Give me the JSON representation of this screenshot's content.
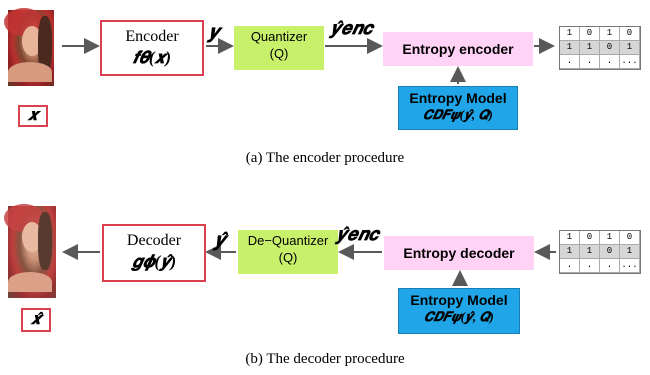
{
  "encoder": {
    "input_label": "𝒙",
    "encoder_box_line1": "Encoder",
    "encoder_box_line2": "𝒇𝜽(𝒙)",
    "y_label": "𝒚",
    "quantizer_line1": "Quantizer",
    "quantizer_line2": "(Q)",
    "y_enc_label": "𝒚̂𝒆𝒏𝒄",
    "entropy_encoder": "Entropy encoder",
    "entropy_model_title": "Entropy Model",
    "entropy_model_formula": "𝑪𝑫𝑭𝝍(𝒚̂, 𝑸)",
    "bitgrid": [
      "1",
      "0",
      "1",
      "0",
      "1",
      "1",
      "0",
      "1",
      ".",
      ".",
      ".",
      "..."
    ],
    "caption": "(a)  The encoder procedure"
  },
  "decoder": {
    "output_label": "𝒙̂",
    "decoder_box_line1": "Decoder",
    "decoder_box_line2": "𝒈𝝓(𝒚̂)",
    "y_hat_label": "𝒚̂",
    "dequantizer_line1": "De−Quantizer",
    "dequantizer_line2": "(Q)",
    "y_enc_label": "𝒚̂𝒆𝒏𝒄",
    "entropy_decoder": "Entropy decoder",
    "entropy_model_title": "Entropy Model",
    "entropy_model_formula": "𝑪𝑫𝑭𝝍(𝒚̂, 𝑸)",
    "bitgrid": [
      "1",
      "0",
      "1",
      "0",
      "1",
      "1",
      "0",
      "1",
      ".",
      ".",
      ".",
      "..."
    ],
    "caption": "(b)  The decoder procedure"
  },
  "colors": {
    "red_border": "#d9414f",
    "green": "#c9f06a",
    "pink": "#ffd2f6",
    "blue": "#1fa5e8",
    "arrow": "#595959"
  }
}
